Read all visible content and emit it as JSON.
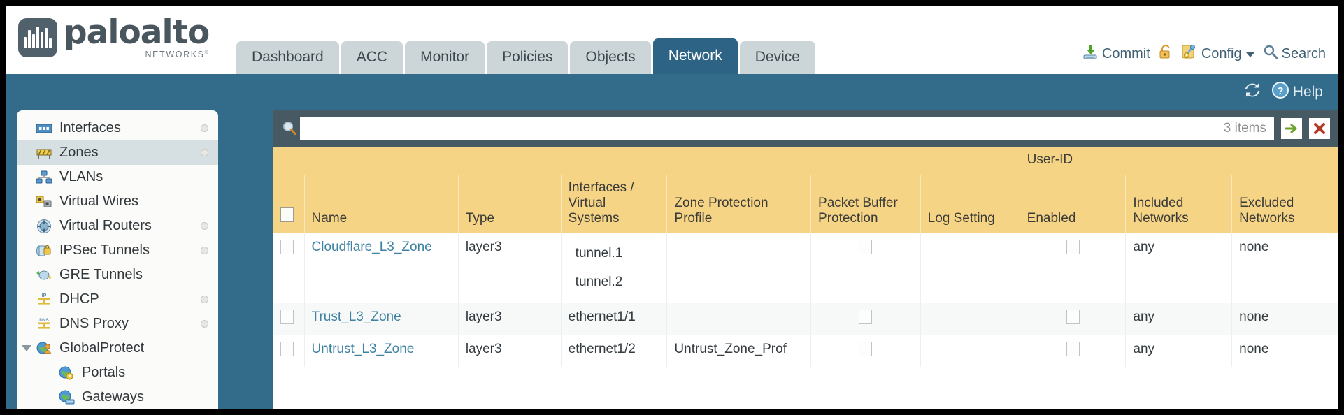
{
  "brand": {
    "name_line1": "paloalto",
    "name_line2": "NETWORKS",
    "registered_mark": "®"
  },
  "header": {
    "tabs": [
      {
        "label": "Dashboard",
        "active": false
      },
      {
        "label": "ACC",
        "active": false
      },
      {
        "label": "Monitor",
        "active": false
      },
      {
        "label": "Policies",
        "active": false
      },
      {
        "label": "Objects",
        "active": false
      },
      {
        "label": "Network",
        "active": true
      },
      {
        "label": "Device",
        "active": false
      }
    ],
    "actions": {
      "commit": "Commit",
      "config": "Config",
      "search": "Search"
    }
  },
  "band": {
    "help": "Help"
  },
  "sidebar": {
    "items": [
      {
        "label": "Interfaces",
        "icon": "interfaces-icon",
        "selected": false,
        "dot": true,
        "sub": false,
        "caret": false
      },
      {
        "label": "Zones",
        "icon": "zones-icon",
        "selected": true,
        "dot": true,
        "sub": false,
        "caret": false
      },
      {
        "label": "VLANs",
        "icon": "vlans-icon",
        "selected": false,
        "dot": false,
        "sub": false,
        "caret": false
      },
      {
        "label": "Virtual Wires",
        "icon": "virtual-wires-icon",
        "selected": false,
        "dot": false,
        "sub": false,
        "caret": false
      },
      {
        "label": "Virtual Routers",
        "icon": "virtual-routers-icon",
        "selected": false,
        "dot": true,
        "sub": false,
        "caret": false
      },
      {
        "label": "IPSec Tunnels",
        "icon": "ipsec-tunnels-icon",
        "selected": false,
        "dot": true,
        "sub": false,
        "caret": false
      },
      {
        "label": "GRE Tunnels",
        "icon": "gre-tunnels-icon",
        "selected": false,
        "dot": false,
        "sub": false,
        "caret": false
      },
      {
        "label": "DHCP",
        "icon": "dhcp-icon",
        "selected": false,
        "dot": true,
        "sub": false,
        "caret": false
      },
      {
        "label": "DNS Proxy",
        "icon": "dns-proxy-icon",
        "selected": false,
        "dot": true,
        "sub": false,
        "caret": false
      },
      {
        "label": "GlobalProtect",
        "icon": "globalprotect-icon",
        "selected": false,
        "dot": false,
        "sub": false,
        "caret": true
      },
      {
        "label": "Portals",
        "icon": "portals-icon",
        "selected": false,
        "dot": false,
        "sub": true,
        "caret": false
      },
      {
        "label": "Gateways",
        "icon": "gateways-icon",
        "selected": false,
        "dot": false,
        "sub": true,
        "caret": false
      }
    ]
  },
  "filterbar": {
    "search_value": "",
    "search_placeholder": "",
    "item_count": "3 items"
  },
  "table": {
    "group_header": "User-ID",
    "columns": [
      "Name",
      "Type",
      "Interfaces / Virtual Systems",
      "Zone Protection Profile",
      "Packet Buffer Protection",
      "Log Setting",
      "Enabled",
      "Included Networks",
      "Excluded Networks"
    ],
    "rows": [
      {
        "selected": false,
        "name": "Cloudflare_L3_Zone",
        "type": "layer3",
        "interfaces": [
          "tunnel.1",
          "tunnel.2"
        ],
        "zone_protection_profile": "",
        "packet_buffer_protection": false,
        "log_setting": "",
        "userid_enabled": false,
        "included_networks": "any",
        "excluded_networks": "none"
      },
      {
        "selected": false,
        "name": "Trust_L3_Zone",
        "type": "layer3",
        "interfaces": [
          "ethernet1/1"
        ],
        "zone_protection_profile": "",
        "packet_buffer_protection": false,
        "log_setting": "",
        "userid_enabled": false,
        "included_networks": "any",
        "excluded_networks": "none"
      },
      {
        "selected": false,
        "name": "Untrust_L3_Zone",
        "type": "layer3",
        "interfaces": [
          "ethernet1/2"
        ],
        "zone_protection_profile": "Untrust_Zone_Prof",
        "packet_buffer_protection": false,
        "log_setting": "",
        "userid_enabled": false,
        "included_networks": "any",
        "excluded_networks": "none"
      }
    ]
  },
  "colors": {
    "brand_blue": "#336b8b",
    "active_tab": "#2d6385",
    "table_header": "#f6d486",
    "group_header": "#e7b94e",
    "link": "#3e82a3",
    "filter_bar": "#475a63"
  }
}
